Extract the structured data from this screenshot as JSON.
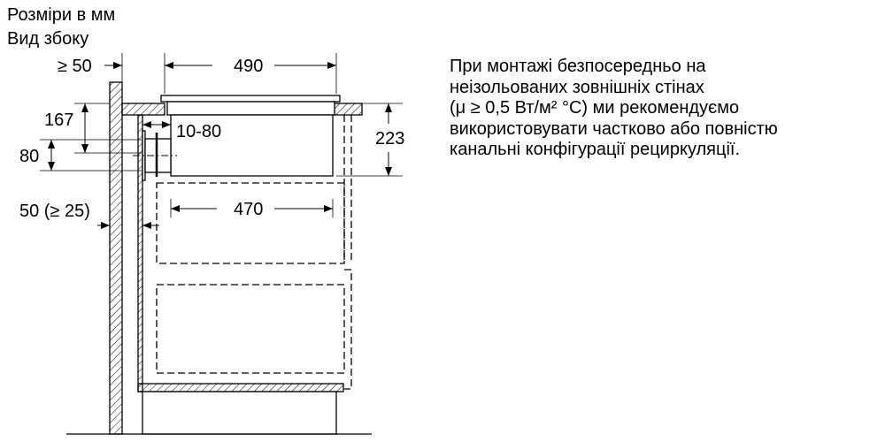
{
  "header": {
    "title": "Розміри в мм",
    "subtitle": "Вид збоку"
  },
  "dimensions": {
    "wall_gap": "≥ 50",
    "hob_width": "490",
    "cutout_width": "470",
    "height_167": "167",
    "duct_80": "80",
    "depth_223": "223",
    "duct_offset": "10-80",
    "back_gap": "50 (≥ 25)"
  },
  "note": {
    "lines": [
      "При монтажі безпосередньо на",
      "неізольованих зовнішніх стінах",
      "(μ ≥ 0,5 Вт/м² °C) ми рекомендуємо",
      "використовувати частково або повністю",
      "канальні конфігурації рециркуляції."
    ]
  }
}
